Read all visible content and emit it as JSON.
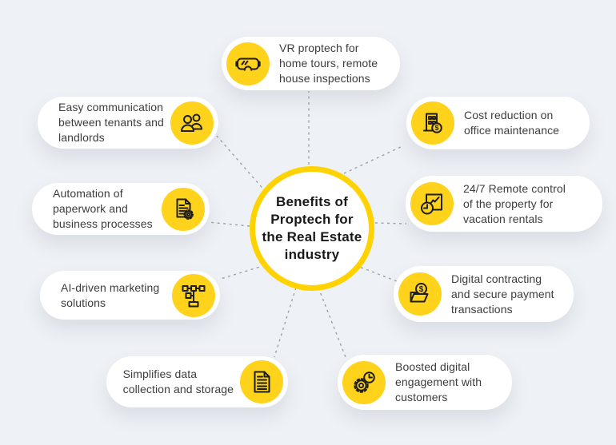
{
  "colors": {
    "background": "#eef1f5",
    "card": "#ffffff",
    "accent_yellow": "#ffd21c",
    "center_ring_yellow": "#ffd200",
    "icon_stroke": "#1d1d1d",
    "text": "#3d3d3d",
    "center_text": "#191919",
    "connector": "#9aa2ab"
  },
  "diagram": {
    "center": {
      "lines": [
        "Benefits of",
        "Proptech for",
        "the Real Estate",
        "industry"
      ]
    },
    "cards": [
      {
        "name": "vr-proptech",
        "icon": "vr-headset-icon",
        "icon_side": "left",
        "lines": [
          "VR proptech for",
          "home tours, remote",
          "house inspections"
        ]
      },
      {
        "name": "easy-communication",
        "icon": "users-icon",
        "icon_side": "right",
        "lines": [
          "Easy communication",
          "between tenants and",
          "landlords"
        ]
      },
      {
        "name": "automation-paperwork",
        "icon": "document-gear-icon",
        "icon_side": "right",
        "lines": [
          "Automation of",
          "paperwork and",
          "business processes"
        ]
      },
      {
        "name": "ai-marketing",
        "icon": "sitemap-icon",
        "icon_side": "right",
        "lines": [
          "AI-driven marketing",
          "solutions"
        ]
      },
      {
        "name": "data-collection",
        "icon": "document-icon",
        "icon_side": "right",
        "lines": [
          "Simplifies data",
          "collection and storage"
        ]
      },
      {
        "name": "cost-reduction",
        "icon": "building-dollar-icon",
        "icon_side": "left",
        "lines": [
          "Cost reduction on",
          "office maintenance"
        ]
      },
      {
        "name": "remote-control",
        "icon": "clock-chart-icon",
        "icon_side": "left",
        "lines": [
          "24/7 Remote control",
          "of the property for",
          "vacation rentals"
        ]
      },
      {
        "name": "digital-contracting",
        "icon": "folder-dollar-icon",
        "icon_side": "left",
        "lines": [
          "Digital contracting",
          "and secure payment",
          "transactions"
        ]
      },
      {
        "name": "digital-engagement",
        "icon": "gear-clock-icon",
        "icon_side": "left",
        "lines": [
          "Boosted digital",
          "engagement with",
          "customers"
        ]
      }
    ]
  }
}
